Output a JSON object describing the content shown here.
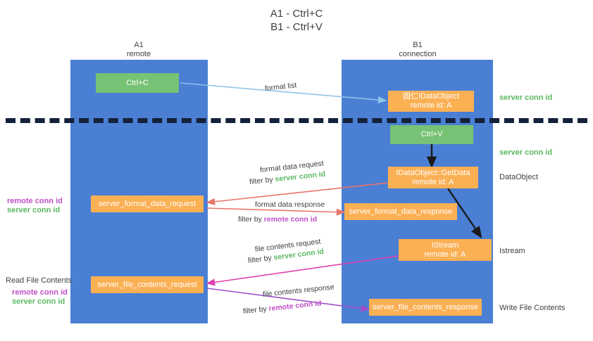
{
  "title": {
    "line1": "A1 - Ctrl+C",
    "line2": "B1 - Ctrl+V"
  },
  "lanes": [
    {
      "name": "A1",
      "sub": "remote",
      "color": "#4a7fd4"
    },
    {
      "name": "B1",
      "sub": "connection",
      "color": "#4a7fd4"
    }
  ],
  "colors": {
    "lane": "#4a7fd4",
    "green_box": "#77c274",
    "orange_box": "#fbb054",
    "server_conn_id": "#5bb860",
    "remote_conn_id": "#c050c8",
    "arrow_blue": "#8ec5e8",
    "arrow_red": "#e8756a",
    "arrow_magenta": "#e040b0",
    "arrow_purple": "#a04fc8",
    "arrow_black": "#1a1a1a",
    "divider": "#14213a"
  },
  "boxes": {
    "ctrl_c": {
      "line1": "Ctrl+C",
      "line2": ""
    },
    "idataobject": {
      "line1": "固仁IDataObject",
      "line2": "remote id: A"
    },
    "ctrl_v": {
      "line1": "Ctrl+V",
      "line2": ""
    },
    "getdata": {
      "line1": "IDataObject::GetData",
      "line2": "remote id: A"
    },
    "server_format_data_request": {
      "line1": "server_format_data_request",
      "line2": ""
    },
    "server_format_data_response": {
      "line1": "server_format_data_response",
      "line2": ""
    },
    "istream": {
      "line1": "IStream",
      "line2": "remote id: A"
    },
    "server_file_contents_request": {
      "line1": "server_file_contents_request",
      "line2": ""
    },
    "server_file_contents_response": {
      "line1": "server_file_contents_response",
      "line2": ""
    }
  },
  "right_labels": {
    "server_conn_id_1": "server conn id",
    "server_conn_id_2": "server conn id",
    "dataobject": "DataObject",
    "istream": "Istream",
    "write_file_contents": "Write File Contents"
  },
  "left_labels": {
    "remote_conn_id_1": "remote conn id",
    "server_conn_id_1": "server conn id",
    "read_file_contents": "Read File Contents",
    "remote_conn_id_2": "remote conn id",
    "server_conn_id_2": "server conn id"
  },
  "edge_labels": {
    "format_list": "format list",
    "format_data_request": "format data request",
    "format_data_request_filter_prefix": "filter by ",
    "format_data_request_filter_value": "server conn id",
    "format_data_response": "format data response",
    "format_data_response_filter_prefix": "filter by ",
    "format_data_response_filter_value": "remote conn id",
    "file_contents_request": "file contents request",
    "file_contents_request_filter_prefix": "filter by ",
    "file_contents_request_filter_value": "server conn id",
    "file_contents_response": "file contents response",
    "file_contents_response_filter_prefix": "filter by ",
    "file_contents_response_filter_value": "remote conn id"
  }
}
